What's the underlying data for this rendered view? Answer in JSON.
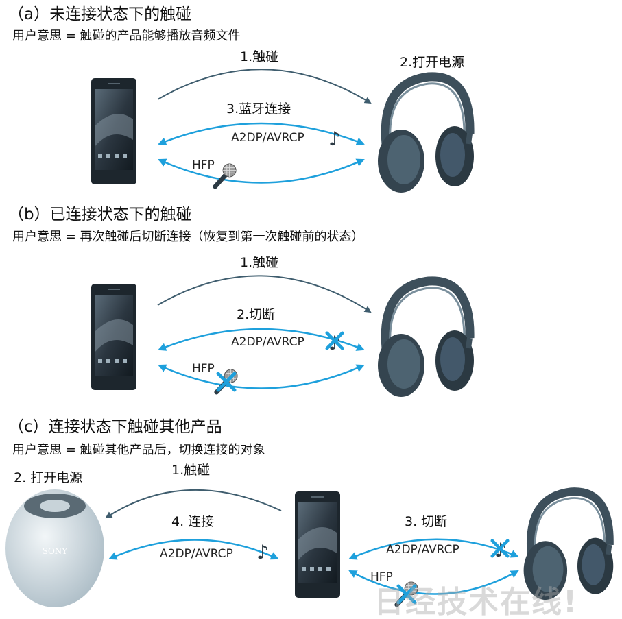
{
  "section_a": {
    "title": "（a）未连接状态下的触碰",
    "subtitle": "用户意思 = 触碰的产品能够播放音频文件",
    "step1": "1.触碰",
    "step2": "2.打开电源",
    "step3": "3.蓝牙连接",
    "profile_audio": "A2DP/AVRCP",
    "profile_call": "HFP"
  },
  "section_b": {
    "title": "（b）已连接状态下的触碰",
    "subtitle": "用户意思 = 再次触碰后切断连接（恢复到第一次触碰前的状态）",
    "step1": "1.触碰",
    "step2": "2.切断",
    "profile_audio": "A2DP/AVRCP",
    "profile_call": "HFP"
  },
  "section_c": {
    "title": "（c）连接状态下触碰其他产品",
    "subtitle": "用户意思 = 触碰其他产品后，切换连接的对象",
    "step1": "1.触碰",
    "step2": "2. 打开电源",
    "step3": "3. 切断",
    "step4": "4. 连接",
    "profile_audio_left": "A2DP/AVRCP",
    "profile_audio_right": "A2DP/AVRCP",
    "profile_call": "HFP",
    "speaker_brand": "SONY"
  },
  "watermark": "日经技术在线!",
  "colors": {
    "touch_arrow": "#3f5d6e",
    "bluetooth_arrow": "#1ea0dc",
    "disconnect_cross": "#1ea0dc"
  }
}
